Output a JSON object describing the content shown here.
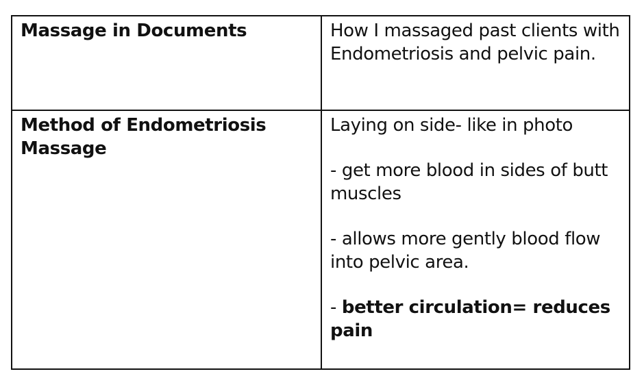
{
  "table": {
    "rows": [
      {
        "label": "Massage in Documents",
        "content": "How I massaged past clients with Endometriosis and pelvic pain."
      },
      {
        "label": "Method of Endometriosis Massage",
        "intro": "Laying on side- like in photo",
        "points": [
          {
            "prefix": "- ",
            "text": "get more blood in sides of butt muscles"
          },
          {
            "prefix": "- ",
            "text": "allows more gently blood flow into pelvic area."
          },
          {
            "prefix": "- ",
            "text": "better circulation= reduces pain"
          }
        ]
      }
    ]
  }
}
